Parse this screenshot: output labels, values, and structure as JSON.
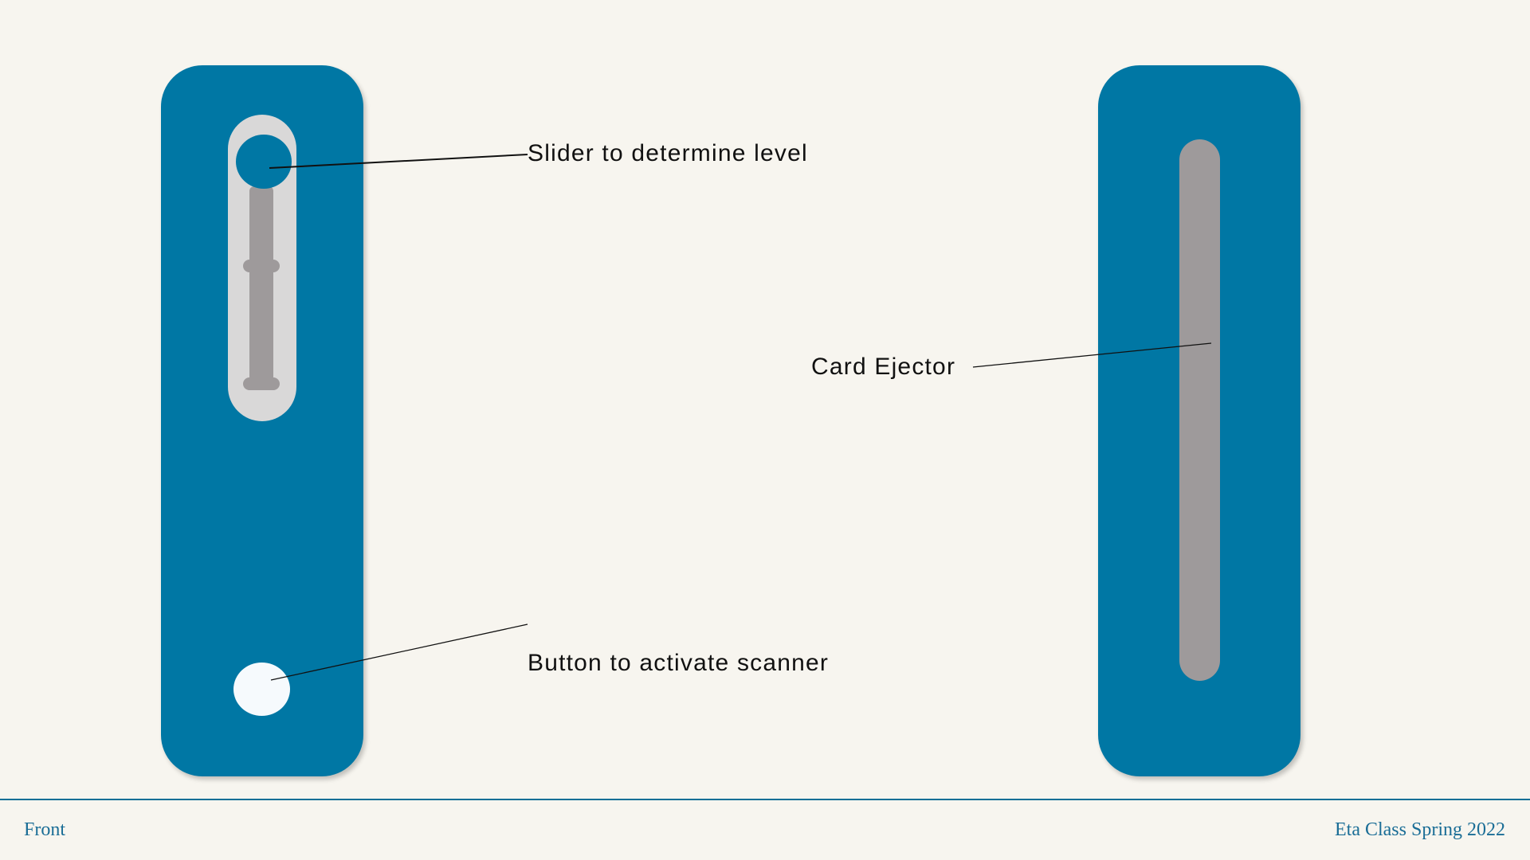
{
  "labels": {
    "slider": "Slider to determine level",
    "button": "Button to activate scanner",
    "ejector": "Card Ejector"
  },
  "footer": {
    "left": "Front",
    "right": "Eta Class Spring 2022"
  },
  "colors": {
    "background": "#F7F5EF",
    "device": "#0077A4",
    "slider_track": "#D9D8D8",
    "rail": "#9E9A9B",
    "button": "#F6FAFD",
    "footer_rule": "#0B6E96",
    "footer_text": "#1A6D96",
    "leader_line": "#111111"
  }
}
